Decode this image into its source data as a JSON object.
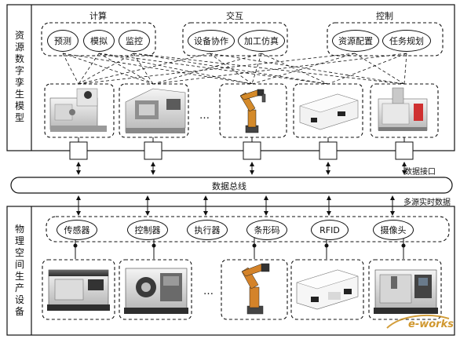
{
  "top_panel": {
    "label_chars": [
      "资",
      "源",
      "数",
      "字",
      "孪",
      "生",
      "模",
      "型"
    ],
    "groups": [
      {
        "title": "计算",
        "items": [
          "预测",
          "模拟",
          "监控"
        ]
      },
      {
        "title": "交互",
        "items": [
          "设备协作",
          "加工仿真"
        ]
      },
      {
        "title": "控制",
        "items": [
          "资源配置",
          "任务规划"
        ]
      }
    ],
    "ellipsis": "…"
  },
  "bus": {
    "label": "数据总线",
    "interface_label": "数据接口",
    "realtime_label": "多源实时数据"
  },
  "bottom_panel": {
    "label_chars": [
      "物",
      "理",
      "空",
      "间",
      "生",
      "产",
      "设",
      "备"
    ],
    "devices": [
      "传感器",
      "控制器",
      "执行器",
      "条形码",
      "RFID",
      "摄像头"
    ],
    "ellipsis": "…"
  },
  "watermark": "e-works"
}
